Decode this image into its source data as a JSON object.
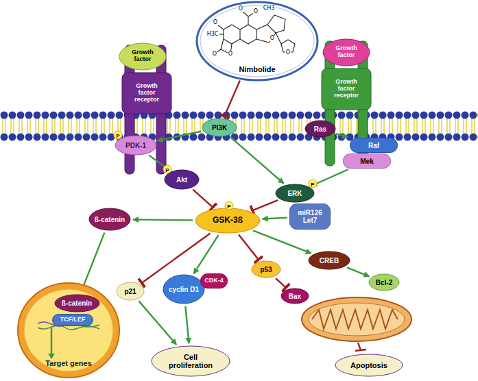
{
  "diagram": {
    "nodes": [
      {
        "text": [
          "Nimbolide"
        ]
      },
      {
        "text": [
          "Growth factor"
        ]
      },
      {
        "text": [
          "Growth factor receptor"
        ]
      },
      {
        "text": [
          "Growth factor"
        ]
      },
      {
        "text": [
          "Growth factor receptor"
        ]
      },
      {
        "text": [
          "PI3K"
        ]
      },
      {
        "text": [
          "Ras"
        ]
      },
      {
        "text": [
          "Raf"
        ]
      },
      {
        "text": [
          "Mek"
        ]
      },
      {
        "text": [
          "PDK-1"
        ]
      },
      {
        "text": [
          "Akt"
        ]
      },
      {
        "text": [
          "ERK"
        ]
      },
      {
        "text": [
          "GSK-3ß"
        ]
      },
      {
        "text": [
          "miR126 Let7"
        ]
      },
      {
        "text": [
          "ß-catenin"
        ]
      },
      {
        "text": [
          "p21"
        ]
      },
      {
        "text": [
          "cyclin D1"
        ]
      },
      {
        "text": [
          "CDK-4"
        ]
      },
      {
        "text": [
          "p53"
        ]
      },
      {
        "text": [
          "CREB"
        ]
      },
      {
        "text": [
          "Bcl-2"
        ]
      },
      {
        "text": [
          "Bax"
        ]
      },
      {
        "text": [
          "Target genes"
        ]
      },
      {
        "text": [
          "ß-catenin"
        ],
        "in": 22
      },
      {
        "text": [
          "TCF/LEF"
        ],
        "in": 22
      },
      {
        "text": [
          "Cell proliferation"
        ]
      },
      {
        "text": [
          "Apoptosis"
        ]
      }
    ],
    "edges": [
      {
        "from": 0,
        "to": 5,
        "arrow": "to"
      },
      {
        "from": 5,
        "to": 9,
        "arrow": "to"
      },
      {
        "from": 9,
        "to": 10,
        "arrow": "to"
      },
      {
        "from": 5,
        "to": 11,
        "arrow": "to"
      },
      {
        "from": 6,
        "to": 7,
        "arrow": "to"
      },
      {
        "from": 8,
        "to": 11,
        "arrow": "to"
      },
      {
        "from": 10,
        "to": 12,
        "arrow": "to"
      },
      {
        "from": 11,
        "to": 12,
        "arrow": "to"
      },
      {
        "from": 13,
        "to": 12,
        "arrow": "to"
      },
      {
        "from": 12,
        "to": 14,
        "arrow": "to"
      },
      {
        "from": 14,
        "to": 23,
        "arrow": "to"
      },
      {
        "from": 12,
        "to": 15,
        "arrow": "to"
      },
      {
        "from": 12,
        "to": 16,
        "arrow": "to"
      },
      {
        "from": 12,
        "to": 18,
        "arrow": "to"
      },
      {
        "from": 12,
        "to": 19,
        "arrow": "to"
      },
      {
        "from": 18,
        "to": 21,
        "arrow": "to"
      },
      {
        "from": 19,
        "to": 20,
        "arrow": "to"
      },
      {
        "from": 15,
        "to": 25,
        "arrow": "to"
      },
      {
        "from": 16,
        "to": 25,
        "arrow": "to"
      }
    ],
    "labels": [
      "O",
      "O",
      "O",
      "CH3",
      "H3C",
      "O",
      "O",
      "O",
      "O",
      "P",
      "P",
      "P",
      "P"
    ]
  }
}
